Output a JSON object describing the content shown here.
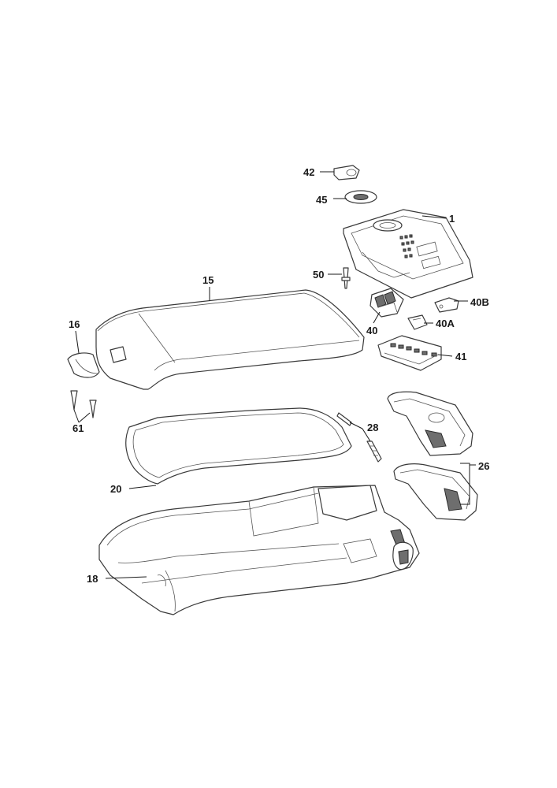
{
  "parts": {
    "p42": "42",
    "p45": "45",
    "p1": "1",
    "p50": "50",
    "p15": "15",
    "p40B": "40B",
    "p16": "16",
    "p40": "40",
    "p40A": "40A",
    "p41": "41",
    "p61": "61",
    "p28": "28",
    "p26": "26",
    "p20": "20",
    "p18": "18"
  }
}
